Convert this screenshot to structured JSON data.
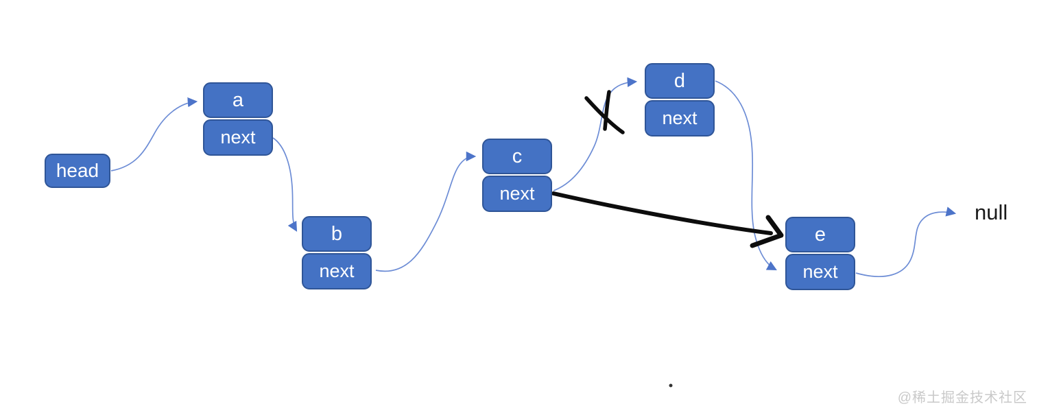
{
  "nodes": {
    "head": {
      "label": "head"
    },
    "a": {
      "label": "a",
      "next_label": "next"
    },
    "b": {
      "label": "b",
      "next_label": "next"
    },
    "c": {
      "label": "c",
      "next_label": "next"
    },
    "d": {
      "label": "d",
      "next_label": "next"
    },
    "e": {
      "label": "e",
      "next_label": "next"
    }
  },
  "terminal": {
    "label": "null"
  },
  "watermark": {
    "text": "@稀土掘金技术社区"
  },
  "colors": {
    "node_fill": "#4472C4",
    "node_border": "#2F5597",
    "node_text": "#FFFFFF",
    "connector": "#6C8CD5",
    "arrowhead": "#4D74C9",
    "annotation": "#0D0D0D",
    "terminal_text": "#1A1A1A",
    "watermark_text": "#C9C9C9"
  }
}
